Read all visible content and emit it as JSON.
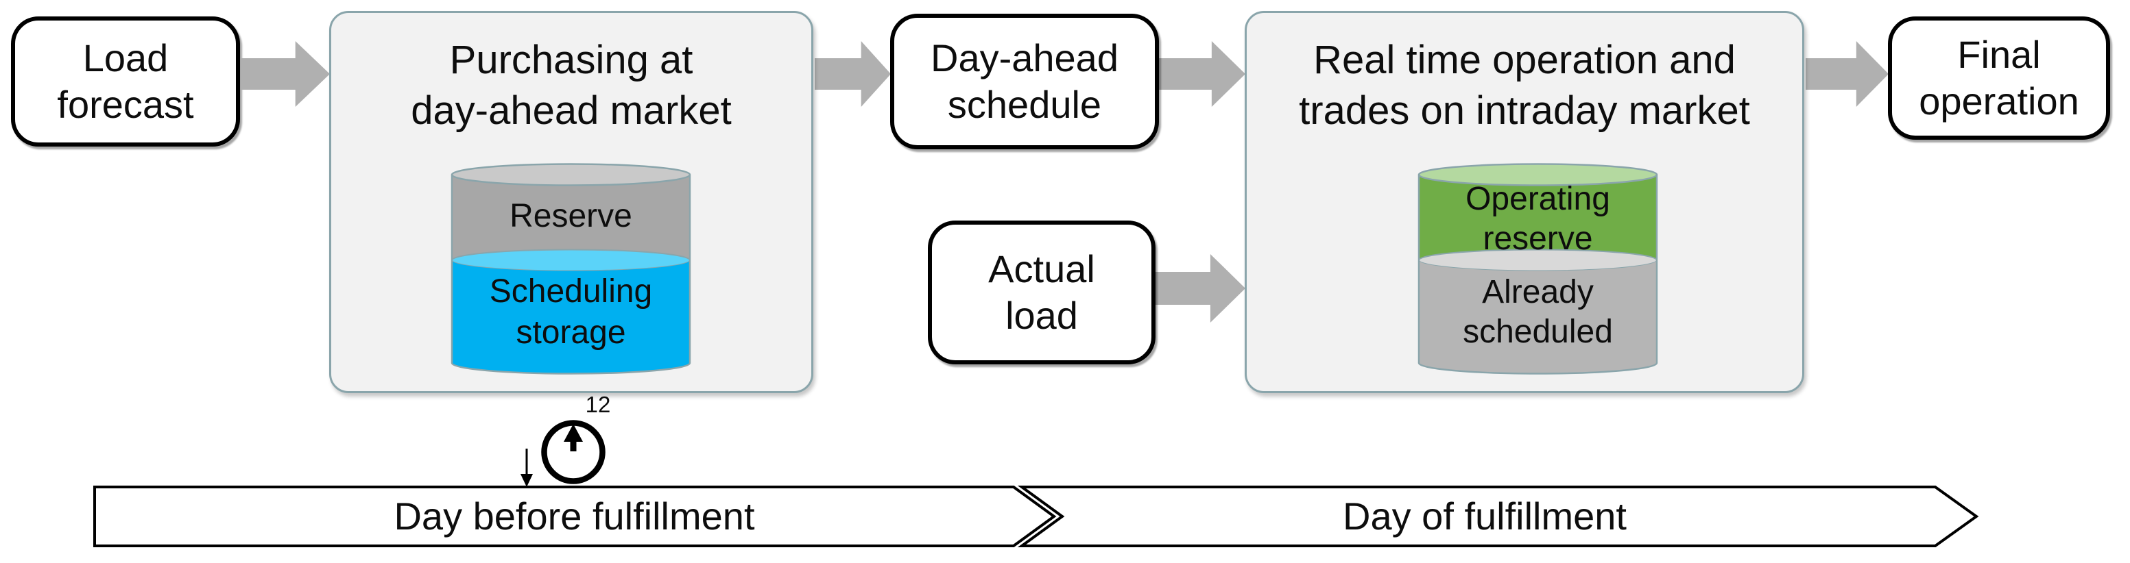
{
  "palette": {
    "blue": "#00b0f0",
    "blue-top": "#5bd3f9",
    "green": "#70ad47",
    "green-top": "#b4d9a0",
    "gray-body": "#a7a7a7",
    "gray-top": "#c9c9c9",
    "gray-body2": "#b5b5b5",
    "gray-sliver": "#d9d9d9",
    "edge": "#8aa5ab",
    "arrow": "#b0b0b0",
    "panel": "#f2f2f2",
    "ink": "#0d0d0d"
  },
  "nodes": {
    "load_forecast": {
      "lines": [
        "Load",
        "forecast"
      ]
    },
    "purchasing": {
      "title": [
        "Purchasing at",
        "day-ahead market"
      ],
      "cylinder": {
        "top": [
          "Reserve"
        ],
        "bottom": [
          "Scheduling",
          "storage"
        ]
      }
    },
    "day_ahead_schedule": {
      "lines": [
        "Day-ahead",
        "schedule"
      ]
    },
    "actual_load": {
      "lines": [
        "Actual",
        "load"
      ]
    },
    "realtime": {
      "title": [
        "Real time operation and",
        "trades on intraday market"
      ],
      "cylinder": {
        "top": [
          "Operating",
          "reserve"
        ],
        "bottom": [
          "Already",
          "scheduled"
        ]
      }
    },
    "final_operation": {
      "lines": [
        "Final",
        "operation"
      ]
    }
  },
  "clock": {
    "hour_label": "12"
  },
  "timeline": {
    "before_label": "Day before fulfillment",
    "day_of_label": "Day of fulfillment"
  }
}
